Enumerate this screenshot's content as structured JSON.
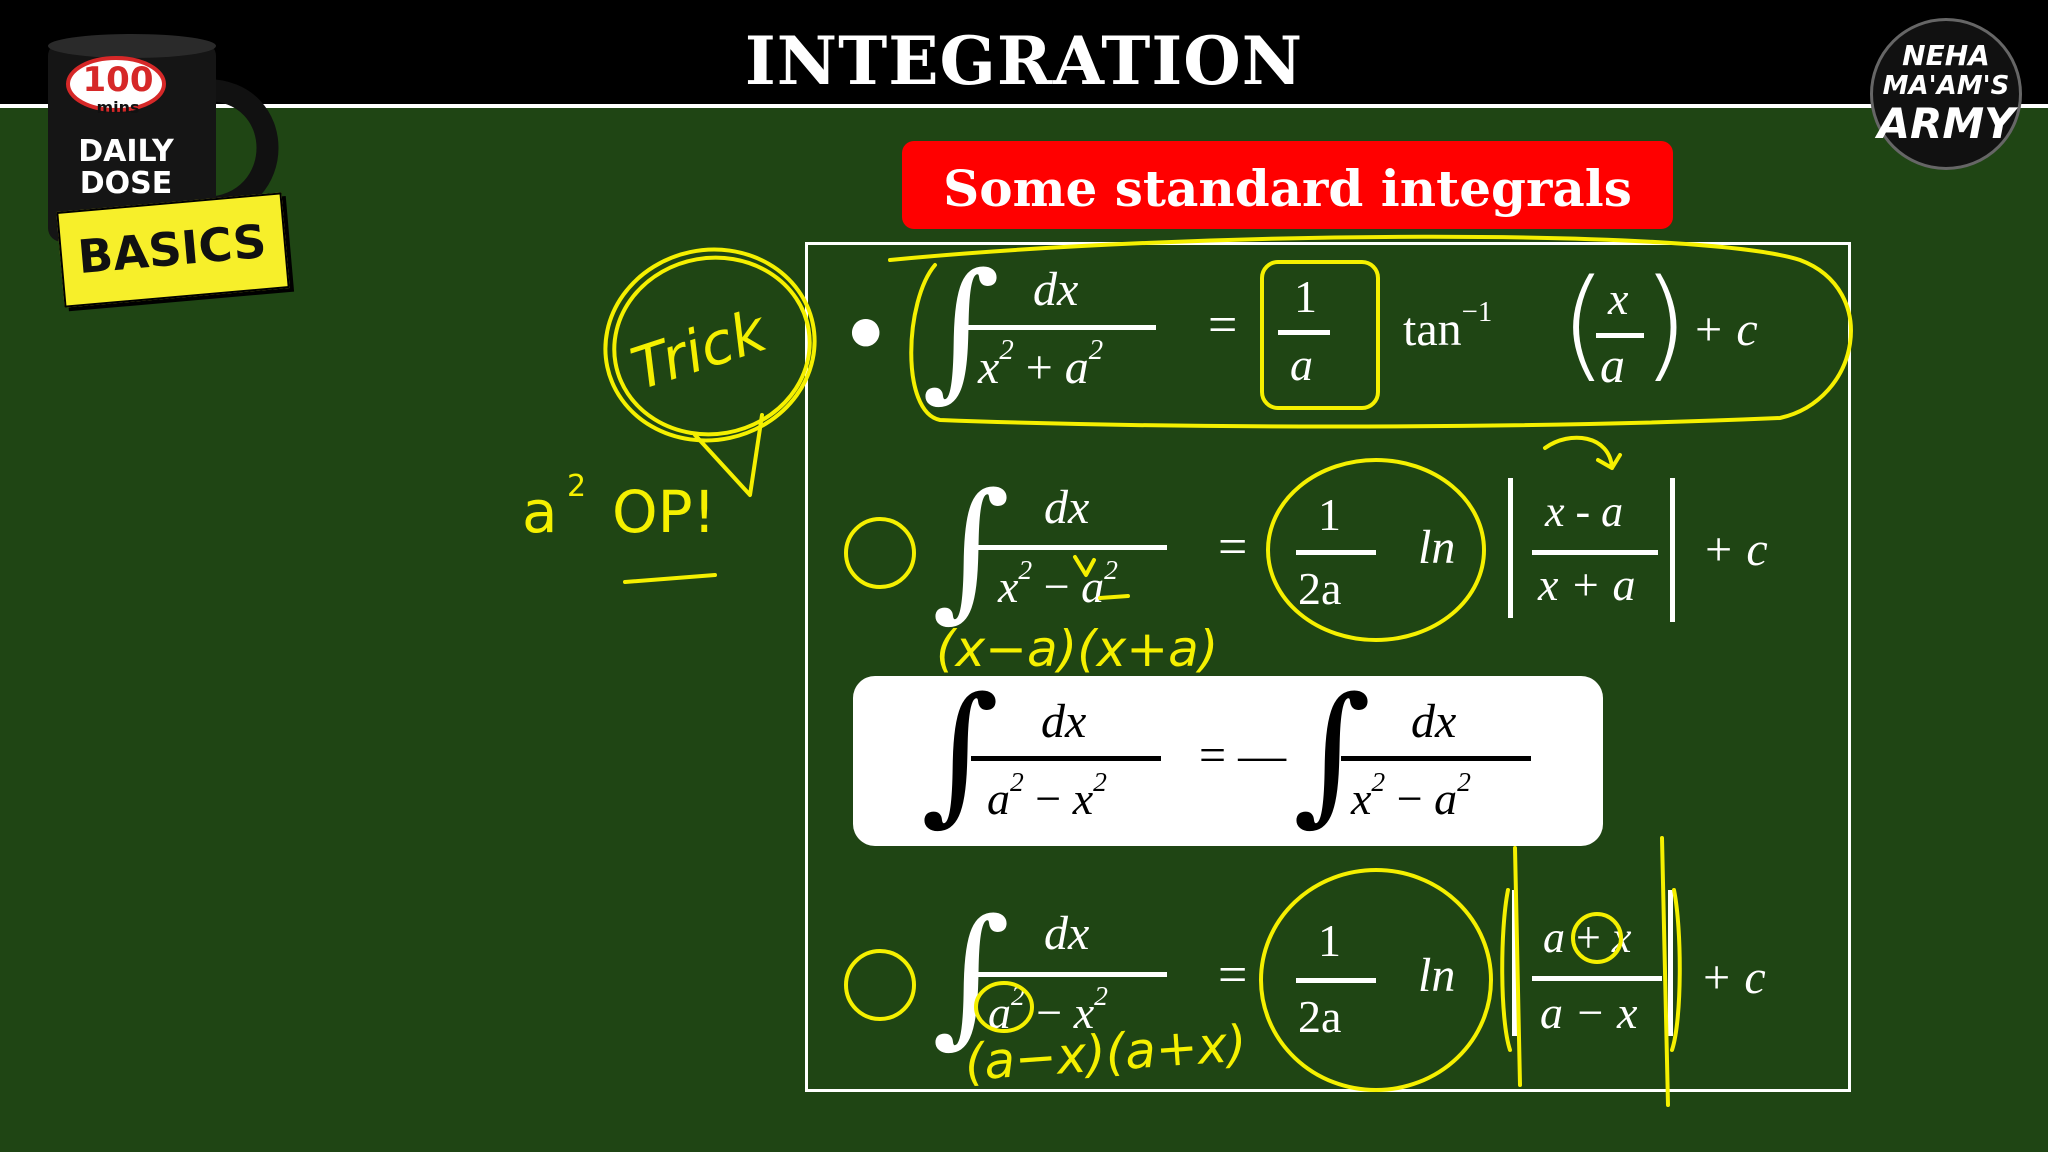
{
  "header": {
    "title": "INTEGRATION"
  },
  "logo_left": {
    "number": "100",
    "unit": "mins",
    "line1": "DAILY",
    "line2": "DOSE",
    "tag": "BASICS"
  },
  "logo_right": {
    "line1": "NEHA",
    "line2": "MA'AM'S",
    "line3": "ARMY"
  },
  "banner": {
    "text": "Some standard integrals"
  },
  "formula1": {
    "num": "dx",
    "den_x": "x",
    "den_op": " + ",
    "den_a": "a",
    "sq": "2",
    "eq": "=",
    "coef_num": "1",
    "coef_den": "a",
    "func": "tan",
    "func_sup": "−1",
    "arg_num": "x",
    "arg_den": "a",
    "plus_c": "+  c"
  },
  "formula2": {
    "num": "dx",
    "den": "x",
    "den_op": " − ",
    "den_a": "a",
    "sq": "2",
    "eq": "=",
    "coef_num": "1",
    "coef_den": "2a",
    "func": "ln",
    "arg_num": "x - a",
    "arg_den": "x + a",
    "plus_c": "+  c"
  },
  "panel": {
    "eq": "= —",
    "left_num": "dx",
    "left_den_a": "a",
    "left_den_op": " − ",
    "left_den_x": "x",
    "right_num": "dx",
    "right_den_x": "x",
    "right_den_op": " − ",
    "right_den_a": "a",
    "sq": "2"
  },
  "formula3": {
    "num": "dx",
    "den_a": "a",
    "den_op": " − ",
    "den_x": "x",
    "sq": "2",
    "eq": "=",
    "coef_num": "1",
    "coef_den": "2a",
    "func": "ln",
    "arg_num_a": "a",
    "arg_num_op": "+",
    "arg_num_x": "x",
    "arg_den": "a − x",
    "plus_c": "+  c"
  },
  "annotations": {
    "trick": "Trick",
    "a_sq_op": "a",
    "a_sq_op_sup": "2",
    "a_sq_op_rest": "OP!",
    "factor1": "(x−a)(x+a)",
    "factor2": "(a−x)(a+x)"
  },
  "colors": {
    "board": "#1f4514",
    "ink": "#f5f000",
    "banner": "#ff0000"
  }
}
